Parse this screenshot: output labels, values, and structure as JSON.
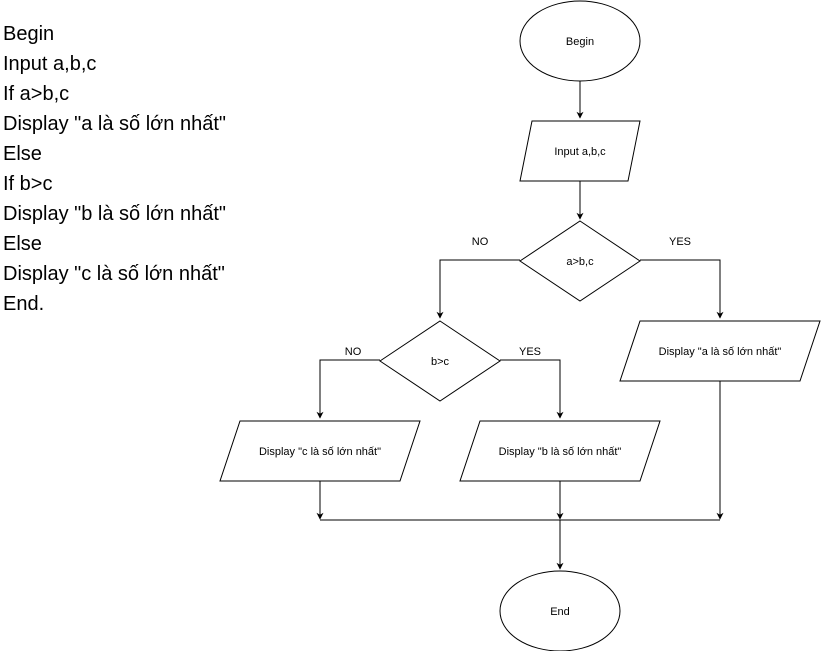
{
  "pseudocode": {
    "lines": [
      "Begin",
      "Input a,b,c",
      "If a>b,c",
      "Display \"a là số lớn nhất\"",
      "Else",
      "If b>c",
      "Display \"b là số lớn nhất\"",
      "Else",
      "Display \"c là số lớn nhất\"",
      "End."
    ]
  },
  "flowchart": {
    "nodes": {
      "begin": {
        "shape": "terminator",
        "label": "Begin"
      },
      "input": {
        "shape": "input-output",
        "label": "Input a,b,c"
      },
      "decision_ab": {
        "shape": "decision",
        "label": "a>b,c"
      },
      "decision_bc": {
        "shape": "decision",
        "label": "b>c"
      },
      "display_a": {
        "shape": "input-output",
        "label": "Display \"a là số lớn nhất\""
      },
      "display_b": {
        "shape": "input-output",
        "label": "Display \"b là số lớn nhất\""
      },
      "display_c": {
        "shape": "input-output",
        "label": "Display \"c là số lớn nhất\""
      },
      "end": {
        "shape": "terminator",
        "label": "End"
      }
    },
    "edge_labels": {
      "ab_no": "NO",
      "ab_yes": "YES",
      "bc_no": "NO",
      "bc_yes": "YES"
    },
    "colors": {
      "stroke": "#000000",
      "fill": "#ffffff",
      "text": "#000000"
    }
  }
}
